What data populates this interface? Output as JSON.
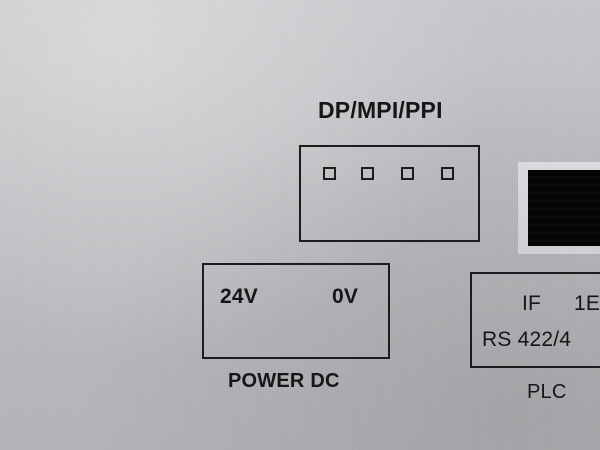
{
  "labels": {
    "dp_mpi_ppi": "DP/MPI/PPI",
    "v24": "24V",
    "v0": "0V",
    "power_dc": "POWER DC",
    "plc_if": "IF",
    "plc_1e": "1E",
    "plc_rs": "RS 422/4",
    "plc": "PLC"
  },
  "colors": {
    "panel": "#bcbdc0",
    "print": "#161618",
    "slot": "#050505"
  }
}
